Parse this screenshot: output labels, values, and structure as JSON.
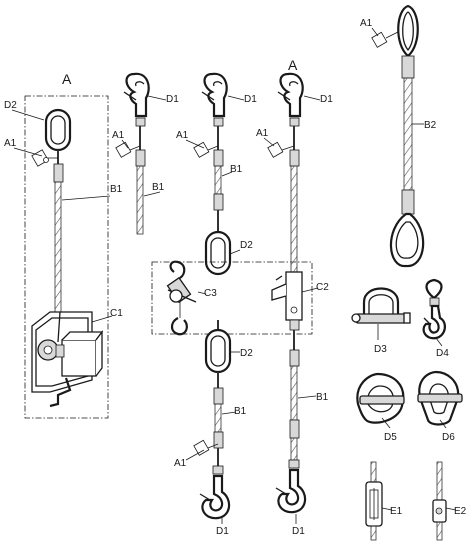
{
  "labels": {
    "A": "A",
    "A1": "A1",
    "B1": "B1",
    "B2": "B2",
    "C1": "C1",
    "C2": "C2",
    "C3": "C3",
    "D1": "D1",
    "D2": "D2",
    "D3": "D3",
    "D4": "D4",
    "D5": "D5",
    "D6": "D6",
    "E1": "E1",
    "E2": "E2"
  }
}
